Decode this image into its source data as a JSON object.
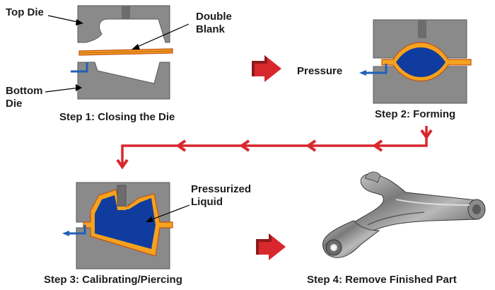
{
  "steps": [
    {
      "caption": "Step 1: Closing the Die"
    },
    {
      "caption": "Step 2: Forming"
    },
    {
      "caption": "Step 3: Calibrating/Piercing"
    },
    {
      "caption": "Step 4: Remove Finished Part"
    }
  ],
  "labels": {
    "top_die": "Top Die",
    "double_blank_1": "Double",
    "double_blank_2": "Blank",
    "bottom_die_1": "Bottom",
    "bottom_die_2": "Die",
    "pressure": "Pressure",
    "pressurized_1": "Pressurized",
    "pressurized_2": "Liquid"
  },
  "colors": {
    "die": "#8a8a8a",
    "die_edge": "#5a5a5a",
    "blank": "#f5a21e",
    "blank_edge": "#c0531a",
    "liquid": "#0f3c9e",
    "arrow": "#d9272e",
    "arrow_dark": "#8e1a1d"
  },
  "icons": {
    "flow_arrow": "red-chevron-arrow-icon",
    "process_arrow": "red-block-arrow-icon",
    "finished_part": "control-arm-part-icon"
  }
}
